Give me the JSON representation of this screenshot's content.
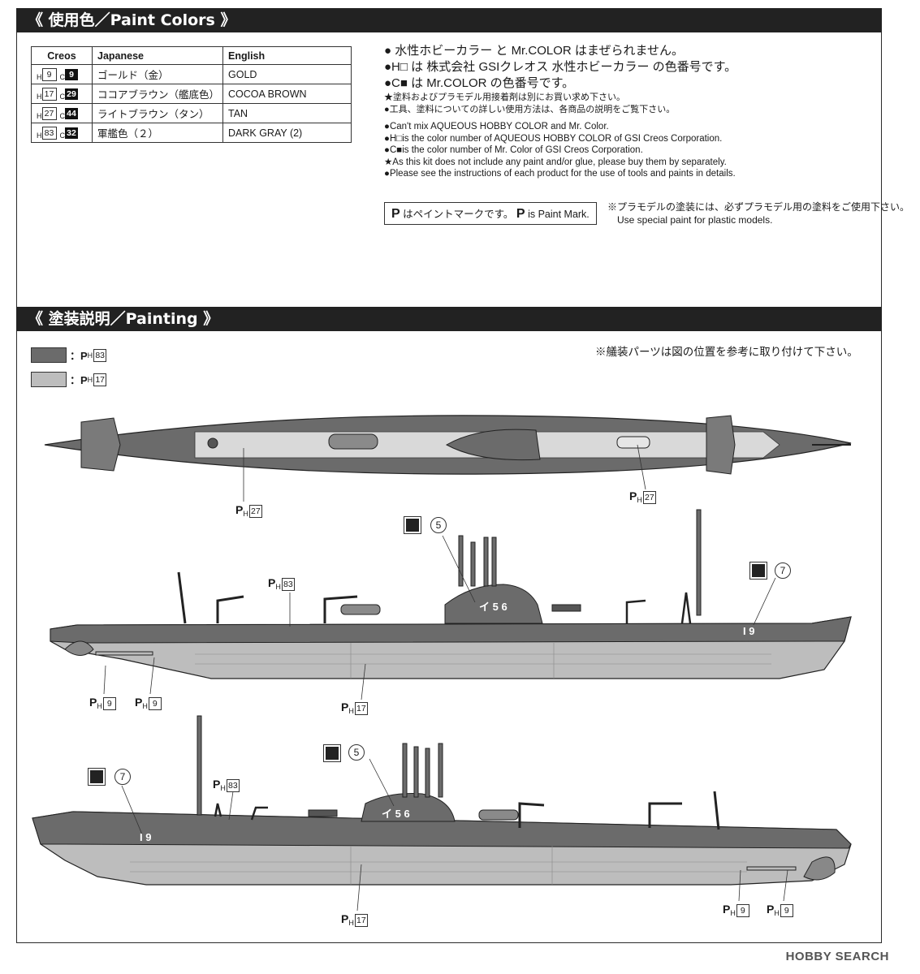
{
  "sections": {
    "paint_colors_title": "《 使用色／Paint Colors 》",
    "painting_title": "《 塗装説明／Painting 》"
  },
  "paint_table": {
    "headers": {
      "creos": "Creos",
      "japanese": "Japanese",
      "english": "English"
    },
    "rows": [
      {
        "h": "9",
        "c": "9",
        "japanese": "ゴールド（金）",
        "english": "GOLD"
      },
      {
        "h": "17",
        "c": "29",
        "japanese": "ココアブラウン（艦底色）",
        "english": "COCOA BROWN"
      },
      {
        "h": "27",
        "c": "44",
        "japanese": "ライトブラウン（タン）",
        "english": "TAN"
      },
      {
        "h": "83",
        "c": "32",
        "japanese": "軍艦色（２）",
        "english": "DARK GRAY (2)"
      }
    ],
    "h_prefix": "H",
    "c_prefix": "C"
  },
  "notes": {
    "jp_line1": "● 水性ホビーカラー と Mr.COLOR はまぜられません。",
    "jp_line2": "●H□ は 株式会社 GSIクレオス 水性ホビーカラー の色番号です。",
    "jp_line3": "●C■ は Mr.COLOR の色番号です。",
    "jp_line4": "★塗料およびプラモデル用接着剤は別にお買い求め下さい。",
    "jp_line5": "●工具、塗料についての詳しい使用方法は、各商品の説明をご覧下さい。",
    "en_line1": "●Can't mix AQUEOUS HOBBY COLOR and Mr. Color.",
    "en_line2": "●H□is the color number of AQUEOUS HOBBY COLOR of GSI Creos Corporation.",
    "en_line3": "●C■is the color number of Mr. Color of GSI Creos Corporation.",
    "en_line4": "★As this kit does not include any paint and/or glue, please buy them by separately.",
    "en_line5": "●Please see the instructions of each product for the use of tools and paints in details."
  },
  "paint_mark": {
    "glyph": "P",
    "jp": "はペイントマークです。",
    "en": "is Paint Mark."
  },
  "plastic_note": {
    "jp": "※プラモデルの塗装には、必ずプラモデル用の塗料をご使用下さい。",
    "en": "Use special paint for plastic models."
  },
  "legend": [
    {
      "color": "#6b6b6b",
      "label": "：P",
      "sub": "H",
      "code": "83"
    },
    {
      "color": "#bdbdbd",
      "label": "：P",
      "sub": "H",
      "code": "17"
    }
  ],
  "attach_note": "※艤装パーツは図の位置を参考に取り付けて下さい。",
  "callouts": {
    "p": "P",
    "h": "H",
    "top_left": "27",
    "top_right": "27",
    "side1_deck": "83",
    "side1_prop_a": "9",
    "side1_prop_b": "9",
    "side1_hull": "17",
    "side2_deck": "83",
    "side2_hull": "17",
    "side2_prop_a": "9",
    "side2_prop_b": "9",
    "decal_5_a": "5",
    "decal_7_a": "7",
    "decal_5_b": "5",
    "decal_7_b": "7"
  },
  "hull_markings": {
    "tower": "イ 5 6",
    "bow": "I 9"
  },
  "watermark": "HOBBY SEARCH",
  "colors": {
    "dark_gray": "#6b6b6b",
    "light_gray": "#bdbdbd",
    "deck": "#d9d9d9",
    "bar": "#222222"
  }
}
